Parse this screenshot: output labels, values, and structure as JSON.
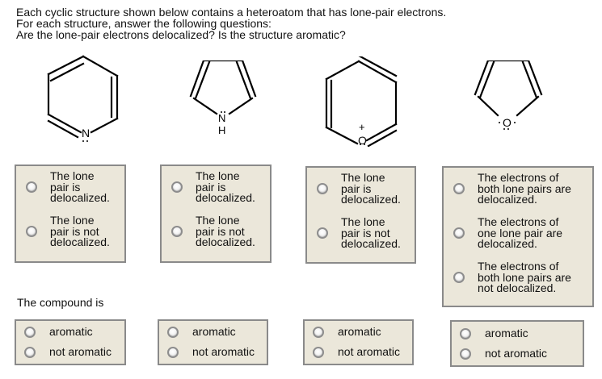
{
  "instructions": {
    "line1": "Each cyclic structure shown below contains a heteroatom that has lone-pair electrons.",
    "line2": "For each structure, answer the following questions:",
    "line3": "Are the lone-pair electrons delocalized? Is the structure aromatic?"
  },
  "structures": [
    {
      "name": "pyridine-ring",
      "heteroatom": "N",
      "lone_pair_dots": ":",
      "substituent": ""
    },
    {
      "name": "pyrrole-ring",
      "heteroatom": "N",
      "lone_pair_dots": ":",
      "substituent": "H"
    },
    {
      "name": "pyrylium-ring",
      "heteroatom": "O",
      "lone_pair_dots": ":",
      "charge": "+"
    },
    {
      "name": "furan-ring",
      "heteroatom": "O",
      "lone_pair_dots": ":  :"
    }
  ],
  "delocalization_questions": [
    {
      "options": [
        {
          "line1": "The lone",
          "line2": "pair is",
          "line3": "delocalized."
        },
        {
          "line1": "The lone",
          "line2": "pair is not",
          "line3": "delocalized."
        }
      ]
    },
    {
      "options": [
        {
          "line1": "The lone",
          "line2": "pair is",
          "line3": "delocalized."
        },
        {
          "line1": "The lone",
          "line2": "pair is not",
          "line3": "delocalized."
        }
      ]
    },
    {
      "options": [
        {
          "line1": "The lone",
          "line2": "pair is",
          "line3": "delocalized."
        },
        {
          "line1": "The lone",
          "line2": "pair is not",
          "line3": "delocalized."
        }
      ]
    },
    {
      "options": [
        {
          "line1": "The electrons of",
          "line2": "both lone pairs are",
          "line3": "delocalized."
        },
        {
          "line1": "The electrons of",
          "line2": "one lone pair are",
          "line3": "delocalized."
        },
        {
          "line1": "The electrons of",
          "line2": "both lone pairs are",
          "line3": "not delocalized."
        }
      ]
    }
  ],
  "compound_label": "The compound is",
  "aromaticity_questions": [
    {
      "options": [
        "aromatic",
        "not aromatic"
      ]
    },
    {
      "options": [
        "aromatic",
        "not aromatic"
      ]
    },
    {
      "options": [
        "aromatic",
        "not aromatic"
      ]
    },
    {
      "options": [
        "aromatic",
        "not aromatic"
      ]
    }
  ],
  "colors": {
    "box_background": "#ebe7da",
    "box_border": "#8a8a8a",
    "text": "#111111"
  }
}
